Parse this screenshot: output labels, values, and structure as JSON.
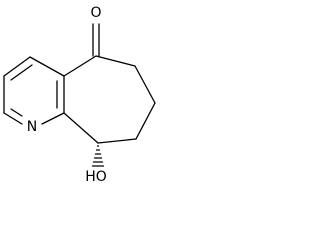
{
  "molecule": {
    "atoms": {
      "carbonyl_oxygen": "O",
      "ring_nitrogen": "N",
      "hydroxyl": "HO"
    }
  }
}
